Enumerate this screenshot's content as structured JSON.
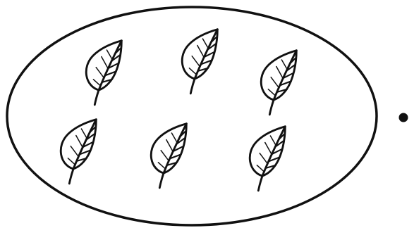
{
  "figure": {
    "set_shape": "ellipse",
    "item_icon": "leaf-icon",
    "item_count": 6,
    "marker": "dot",
    "ink_color": "#111111",
    "background_color": "#ffffff"
  }
}
